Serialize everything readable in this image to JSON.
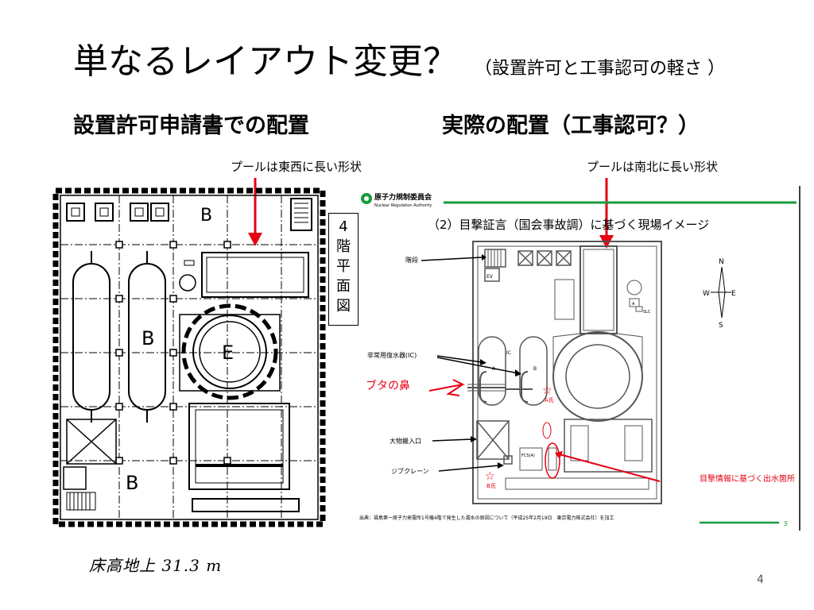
{
  "title": {
    "main": "単なるレイアウト変更？",
    "sub": "（設置許可と工事認可の軽さ ）"
  },
  "subheads": {
    "left": "設置許可申請書での配置",
    "right": "実際の配置（工事認可？）"
  },
  "callouts": {
    "left": "プールは東西に長い形状",
    "right": "プールは南北に長い形状"
  },
  "floor_label": [
    "4",
    "階",
    "平",
    "面",
    "図"
  ],
  "left_drawing": {
    "area_b_top": "B",
    "area_b_middle": "B",
    "area_b_bottom": "B",
    "area_e": "E",
    "note": "床高地上 31.3 m"
  },
  "right_drawing": {
    "org_name": "原子力規制委員会",
    "org_name_en": "Nuclear Regulation Authority",
    "heading": "（2）目撃証言（国会事故調）に基づく現場イメージ",
    "labels": {
      "stairs": "階段",
      "ic": "非常用復水器(IC)",
      "pig_nose": "ブタの鼻",
      "entrance": "大物搬入口",
      "crane": "ジブクレーン",
      "leak": "目撃情報に基づく出水箇所",
      "ev": "EV",
      "ic_short": "IC",
      "tank_a": "A",
      "tank_b": "B",
      "slc": "SLC",
      "fcs": "FCS(A)",
      "person_a": "A氏",
      "person_b": "B氏"
    },
    "compass": {
      "n": "N",
      "s": "S",
      "e": "E",
      "w": "W"
    },
    "source": "出典：福島第一原子力発電所1号機4階で発生した漏水の原因について（平成25年2月19日　東京電力株式会社）を加工",
    "slide_number": "5"
  },
  "colors": {
    "red": "#e60012",
    "green": "#1a9a3c",
    "black": "#000000"
  },
  "page_number": "4"
}
